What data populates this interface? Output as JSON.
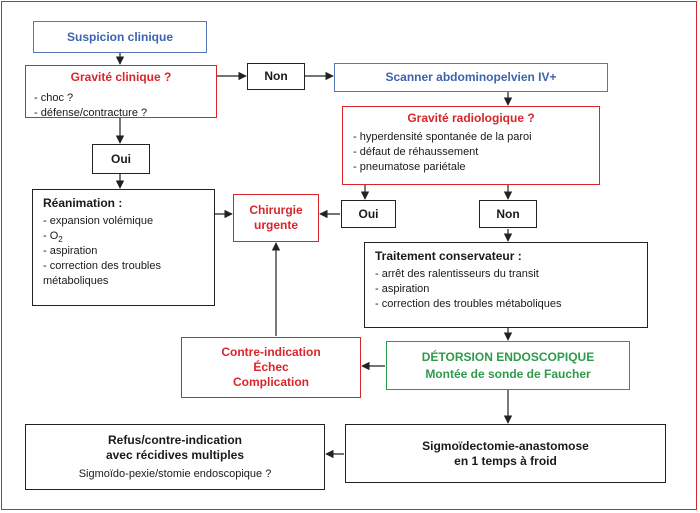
{
  "suspicion": "Suspicion clinique",
  "gravite_clinique": {
    "title": "Gravité clinique ?",
    "items": [
      "- choc ?",
      "- défense/contracture ?"
    ]
  },
  "non_1": "Non",
  "scanner": "Scanner abdominopelvien IV+",
  "oui_1": "Oui",
  "gravite_radio": {
    "title": "Gravité radiologique ?",
    "items": [
      "- hyperdensité spontanée de la paroi",
      "- défaut de réhaussement",
      "- pneumatose pariétale"
    ]
  },
  "reanimation": {
    "title": "Réanimation :",
    "items": [
      "- expansion volémique",
      "- O",
      "- aspiration",
      "- correction des troubles métaboliques"
    ],
    "o2_subscript": "2"
  },
  "chirurgie": [
    "Chirurgie",
    "urgente"
  ],
  "oui_2": "Oui",
  "non_2": "Non",
  "traitement": {
    "title": "Traitement conservateur :",
    "items": [
      "- arrêt des ralentisseurs du transit",
      "- aspiration",
      "- correction des troubles métaboliques"
    ]
  },
  "contre_indication": [
    "Contre-indication",
    "Échec",
    "Complication"
  ],
  "detorsion": [
    "DÉTORSION ENDOSCOPIQUE",
    "Montée de sonde de Faucher"
  ],
  "refus": {
    "lines": [
      "Refus/contre-indication",
      "avec récidives multiples"
    ],
    "sub": "Sigmoïdo-pexie/stomie endoscopique ?"
  },
  "sigmoidectomie": [
    "Sigmoïdectomie-anastomose",
    "en 1 temps à froid"
  ],
  "colors": {
    "red": "#d8262b",
    "blue": "#3d64ae",
    "green": "#2e9b4c",
    "black": "#1a1a1a"
  }
}
